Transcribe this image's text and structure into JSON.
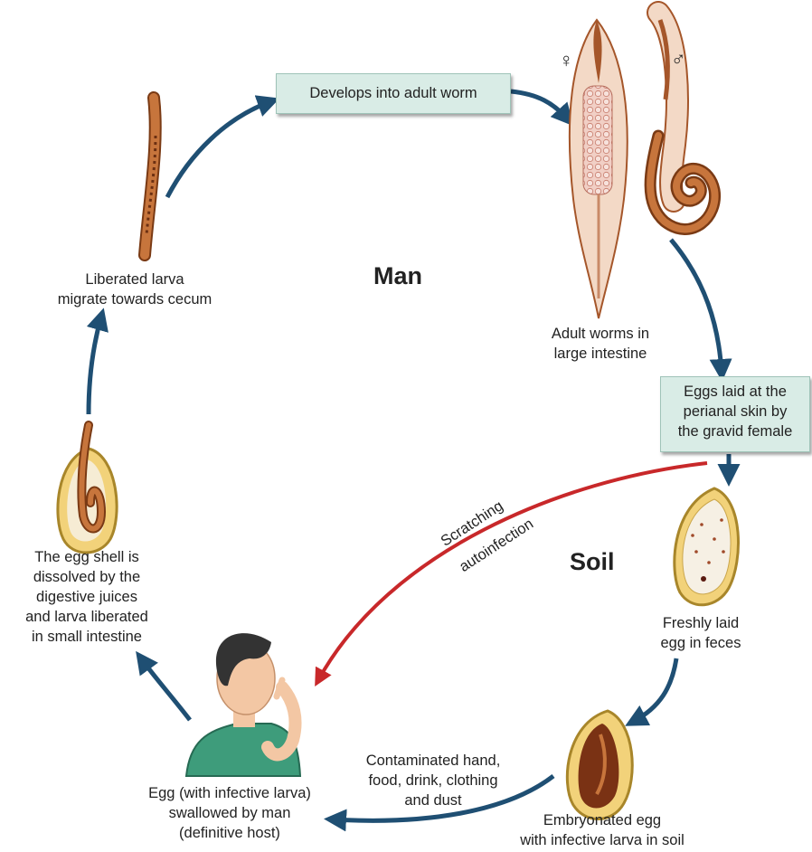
{
  "regions": {
    "man": "Man",
    "soil": "Soil"
  },
  "symbols": {
    "female": "♀",
    "male": "♂"
  },
  "stages": {
    "develops": "Develops into adult worm",
    "adult": [
      "Adult worms in",
      "large intestine"
    ],
    "eggs_laid": [
      "Eggs laid at the",
      "perianal skin by",
      "the gravid female"
    ],
    "fresh_egg": [
      "Freshly laid",
      "egg in feces"
    ],
    "embryonated": [
      "Embryonated egg",
      "with infective larva in soil"
    ],
    "contaminated": [
      "Contaminated hand,",
      "food, drink, clothing",
      "and dust"
    ],
    "swallowed": [
      "Egg (with infective larva)",
      "swallowed by man",
      "(definitive host)"
    ],
    "shell_dissolved": [
      "The egg shell is",
      "dissolved by the",
      "digestive juices",
      "and larva liberated",
      "in small intestine"
    ],
    "liberated": [
      "Liberated larva",
      "migrate towards cecum"
    ]
  },
  "autoinfection": {
    "line1": "Scratching",
    "line2": "autoinfection"
  },
  "colors": {
    "arrow": "#1f4f73",
    "autoinfection": "#c8282a",
    "box_fill": "#d9ece6",
    "worm": "#b5652c",
    "egg_shell": "#f2d27a"
  }
}
